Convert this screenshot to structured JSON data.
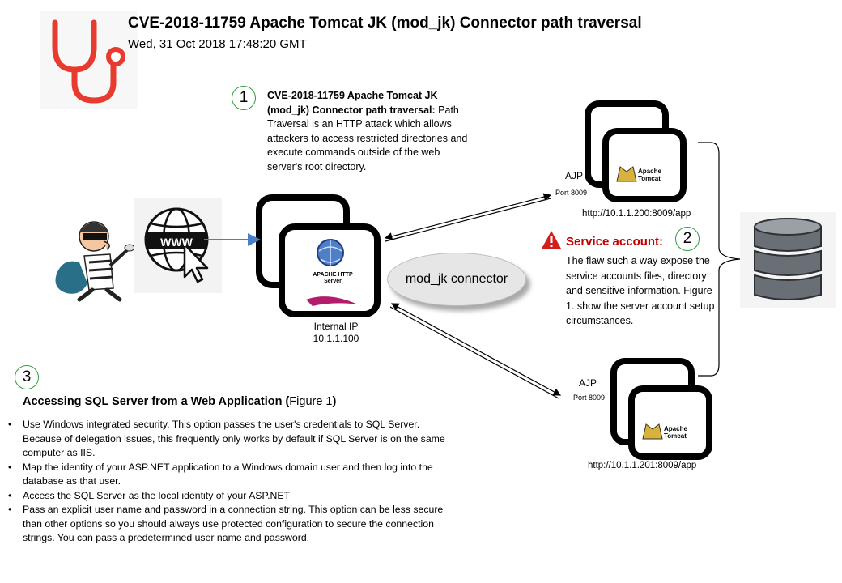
{
  "header": {
    "title": "CVE-2018-11759  Apache Tomcat JK (mod_jk) Connector path traversal",
    "date": "Wed, 31 Oct 2018 17:48:20 GMT"
  },
  "step1": {
    "number": "1",
    "heading": "CVE-2018-11759  Apache Tomcat JK (mod_jk) Connector path traversal:",
    "body": "Path Traversal is an HTTP attack which allows attackers to access restricted directories and execute commands outside of the web server's root directory."
  },
  "step2": {
    "number": "2",
    "heading": "Service account:",
    "body": "The flaw such a way expose the service accounts files, directory and sensitive information. Figure 1. show the server account setup circumstances."
  },
  "step3": {
    "number": "3",
    "heading": "Accessing SQL Server from a Web Application (",
    "figure": "Figure 1",
    "close": ")",
    "bullets": [
      "Use Windows integrated security. This option passes the user's credentials to SQL Server.  Because of delegation issues, this frequently only works by default if SQL Server is on the same computer  as IIS.",
      "Map the identity of your ASP.NET application to a Windows domain user and then log into the database as that user.",
      "Access the SQL Server as the local identity of your ASP.NET",
      "Pass an explicit user name and password in a connection string. This option can be less secure than other options so you should always use protected configuration to secure the connection strings. You can pass a predetermined user name and password."
    ]
  },
  "diagram": {
    "www": "WWW",
    "apache": {
      "name": "APACHE HTTP",
      "sub": "Server"
    },
    "internal_ip_label": "Internal IP",
    "internal_ip": "10.1.1.100",
    "connector": "mod_jk connector",
    "tomcat_logo": {
      "line1": "Apache",
      "line2": "Tomcat"
    },
    "server1": {
      "proto": "AJP",
      "port": "Port 8009",
      "url": "http://10.1.1.200:8009/app"
    },
    "server2": {
      "proto": "AJP",
      "port": "Port 8009",
      "url": "http://10.1.1.201:8009/app"
    }
  },
  "colors": {
    "accent_red": "#c00000",
    "stethoscope": "#e63b2e",
    "circle_border": "#2e9e3a",
    "arrow_blue": "#4a7ec8"
  }
}
